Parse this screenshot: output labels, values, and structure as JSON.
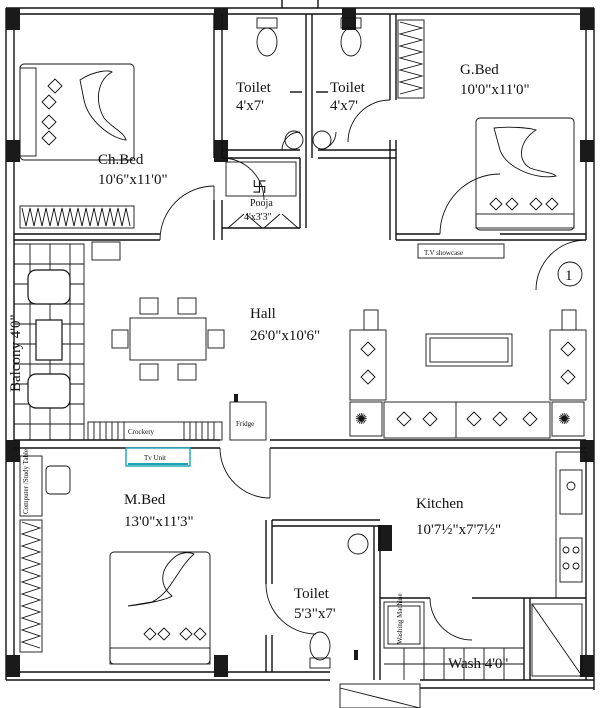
{
  "rooms": {
    "ch_bed": {
      "name": "Ch.Bed",
      "size": "10'6\"x11'0\""
    },
    "toilet_left": {
      "name": "Toilet",
      "size": "4'x7'"
    },
    "toilet_right": {
      "name": "Toilet",
      "size": "4'x7'"
    },
    "g_bed": {
      "name": "G.Bed",
      "size": "10'0\"x11'0\""
    },
    "pooja": {
      "name": "Pooja",
      "size": "4'x3'3\""
    },
    "hall": {
      "name": "Hall",
      "size": "26'0\"x10'6\""
    },
    "balcony": {
      "name": "Balcony 4'0\""
    },
    "m_bed": {
      "name": "M.Bed",
      "size": "13'0\"x11'3\""
    },
    "kitchen": {
      "name": "Kitchen",
      "size": "10'7½\"x7'7½\""
    },
    "toilet_bottom": {
      "name": "Toilet",
      "size": "5'3\"x7'"
    },
    "wash": {
      "name": "Wash 4'0\""
    }
  },
  "fixtures": {
    "tv_showcase": "T.V showcase",
    "crockery": "Crockery",
    "fridge": "Fridge",
    "tv_unit": "Tv Unit",
    "computer_table": "Computer /Study Table",
    "washing_machine": "Washing Machine"
  },
  "marker": "1",
  "colors": {
    "line": "#111111",
    "tv_unit_accent": "#1aa3b5",
    "background": "#ffffff"
  }
}
